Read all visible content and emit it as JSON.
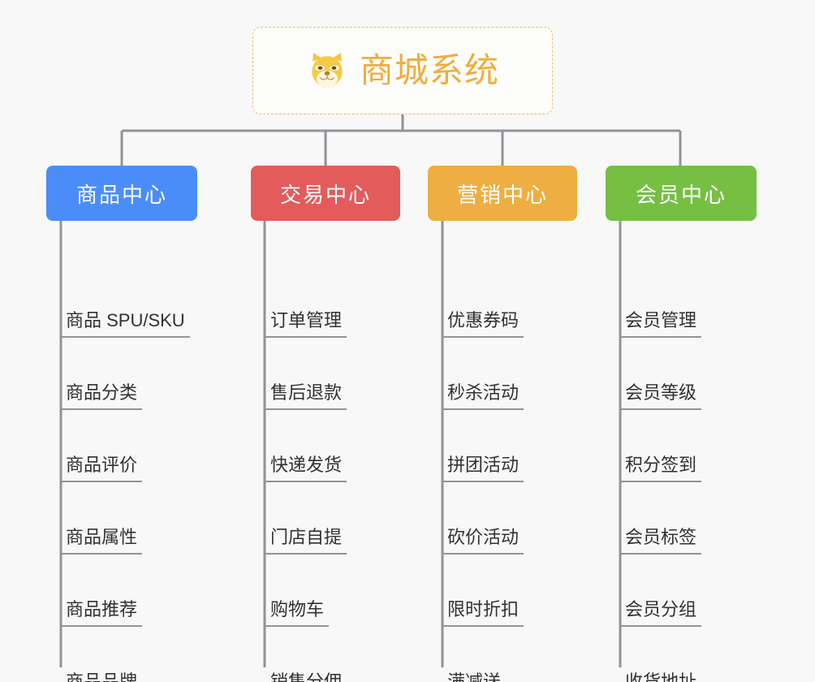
{
  "page": {
    "background_color": "#f8f8f8",
    "type": "org-chart-mindmap"
  },
  "root": {
    "title": "商城系统",
    "icon": "shiba-dog-emoji",
    "border_color": "#e8bd6e",
    "text_color": "#f0ad3e",
    "background_color": "#fdfdfb"
  },
  "connector": {
    "color": "#909399"
  },
  "chart_data": {
    "type": "tree",
    "title": "商城系统",
    "root_label": "商城系统",
    "branches": [
      {
        "label": "商品中心",
        "color": "#4b8df8",
        "children": [
          "商品 SPU/SKU",
          "商品分类",
          "商品评价",
          "商品属性",
          "商品推荐",
          "商品品牌"
        ]
      },
      {
        "label": "交易中心",
        "color": "#e35b5b",
        "children": [
          "订单管理",
          "售后退款",
          "快递发货",
          "门店自提",
          "购物车",
          "销售分佣"
        ]
      },
      {
        "label": "营销中心",
        "color": "#eeae41",
        "children": [
          "优惠券码",
          "秒杀活动",
          "拼团活动",
          "砍价活动",
          "限时折扣",
          "满减送"
        ]
      },
      {
        "label": "会员中心",
        "color": "#76bf43",
        "children": [
          "会员管理",
          "会员等级",
          "积分签到",
          "会员标签",
          "会员分组",
          "收货地址"
        ]
      }
    ]
  },
  "columns": [
    {
      "id": "product-center",
      "header": "商品中心",
      "color": "#4b8df8",
      "items": [
        {
          "label": "商品 SPU/SKU"
        },
        {
          "label": "商品分类"
        },
        {
          "label": "商品评价"
        },
        {
          "label": "商品属性"
        },
        {
          "label": "商品推荐"
        },
        {
          "label": "商品品牌"
        }
      ]
    },
    {
      "id": "trade-center",
      "header": "交易中心",
      "color": "#e35b5b",
      "items": [
        {
          "label": "订单管理"
        },
        {
          "label": "售后退款"
        },
        {
          "label": "快递发货"
        },
        {
          "label": "门店自提"
        },
        {
          "label": "购物车"
        },
        {
          "label": "销售分佣"
        }
      ]
    },
    {
      "id": "marketing-center",
      "header": "营销中心",
      "color": "#eeae41",
      "items": [
        {
          "label": "优惠券码"
        },
        {
          "label": "秒杀活动"
        },
        {
          "label": "拼团活动"
        },
        {
          "label": "砍价活动"
        },
        {
          "label": "限时折扣"
        },
        {
          "label": "满减送"
        }
      ]
    },
    {
      "id": "member-center",
      "header": "会员中心",
      "color": "#76bf43",
      "items": [
        {
          "label": "会员管理"
        },
        {
          "label": "会员等级"
        },
        {
          "label": "积分签到"
        },
        {
          "label": "会员标签"
        },
        {
          "label": "会员分组"
        },
        {
          "label": "收货地址"
        }
      ]
    }
  ]
}
